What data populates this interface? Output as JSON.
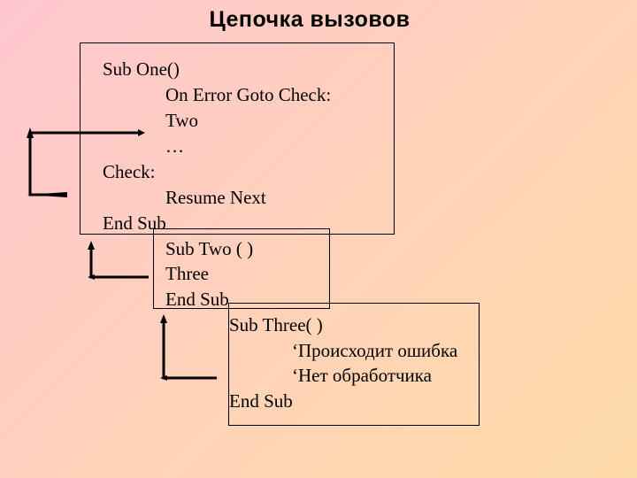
{
  "title": "Цепочка вызовов",
  "proc_one": {
    "lines": [
      "Sub One()",
      "On Error Goto Check:",
      "Two",
      "…",
      "Check:",
      "Resume Next",
      "End Sub"
    ]
  },
  "proc_two": {
    "lines": [
      "Sub Two ( )",
      "Three",
      "End Sub"
    ]
  },
  "proc_three": {
    "lines": [
      "Sub Three( )",
      "‘Происходит ошибка",
      "‘Нет обработчика",
      "End Sub"
    ]
  }
}
